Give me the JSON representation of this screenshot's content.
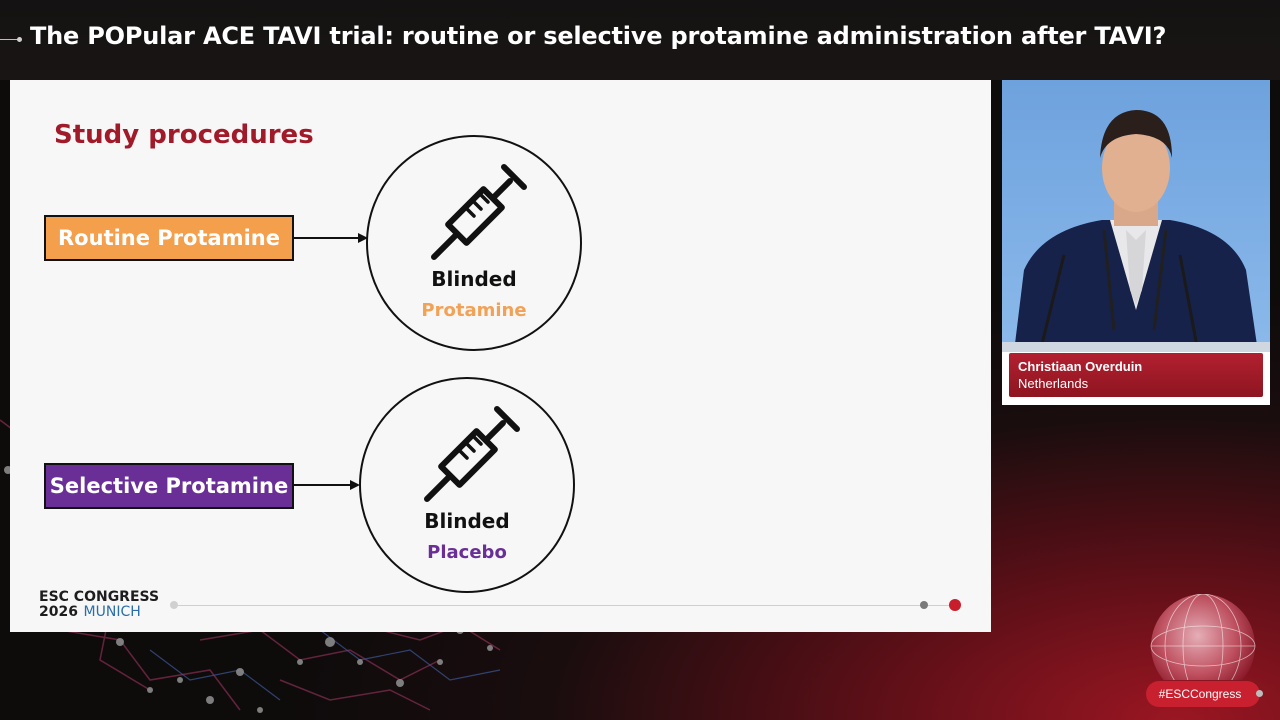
{
  "header": {
    "title": "The POPular ACE TAVI trial: routine or selective protamine administration after TAVI?"
  },
  "slide": {
    "title": "Study procedures",
    "arms": [
      {
        "label": "Routine Protamine",
        "color": "#f39f4c"
      },
      {
        "label": "Selective Protamine",
        "color": "#6a2f96"
      }
    ],
    "circles": [
      {
        "blinded": "Blinded",
        "drug": "Protamine",
        "drug_color": "#f2a257",
        "icon": "syringe-icon"
      },
      {
        "blinded": "Blinded",
        "drug": "Placebo",
        "drug_color": "#6a2f96",
        "icon": "syringe-icon"
      }
    ],
    "congress": {
      "line1": "ESC CONGRESS",
      "year": "2026",
      "city": "MUNICH"
    },
    "progress": {
      "current": 2,
      "total": 2
    }
  },
  "speaker": {
    "name": "Christiaan Overduin",
    "country": "Netherlands"
  },
  "hashtag": "#ESCCongress",
  "colors": {
    "accent": "#c8202e",
    "title_red": "#a11a2a"
  }
}
